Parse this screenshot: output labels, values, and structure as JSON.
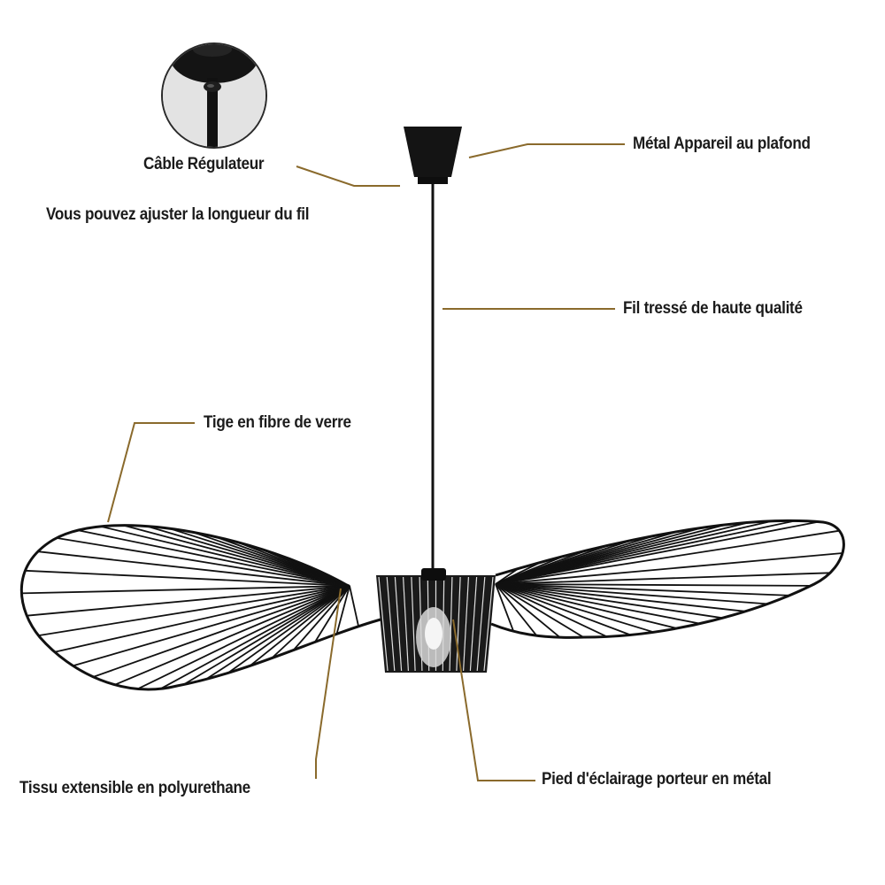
{
  "labels": {
    "cable_regulator": "Câble Régulateur",
    "cable_length_note": "Vous pouvez ajuster la longueur du fil",
    "ceiling_fixture": "Métal Appareil au plafond",
    "braided_wire": "Fil tressé de haute qualité",
    "fiberglass_rod": "Tige en fibre de verre",
    "stretch_fabric": "Tissu extensible en polyurethane",
    "metal_support": "Pied d'éclairage porteur en métal"
  },
  "colors": {
    "leader_line": "#8a6a2c",
    "lamp_black": "#111111",
    "label_text": "#1b1b1b",
    "background": "#ffffff"
  }
}
